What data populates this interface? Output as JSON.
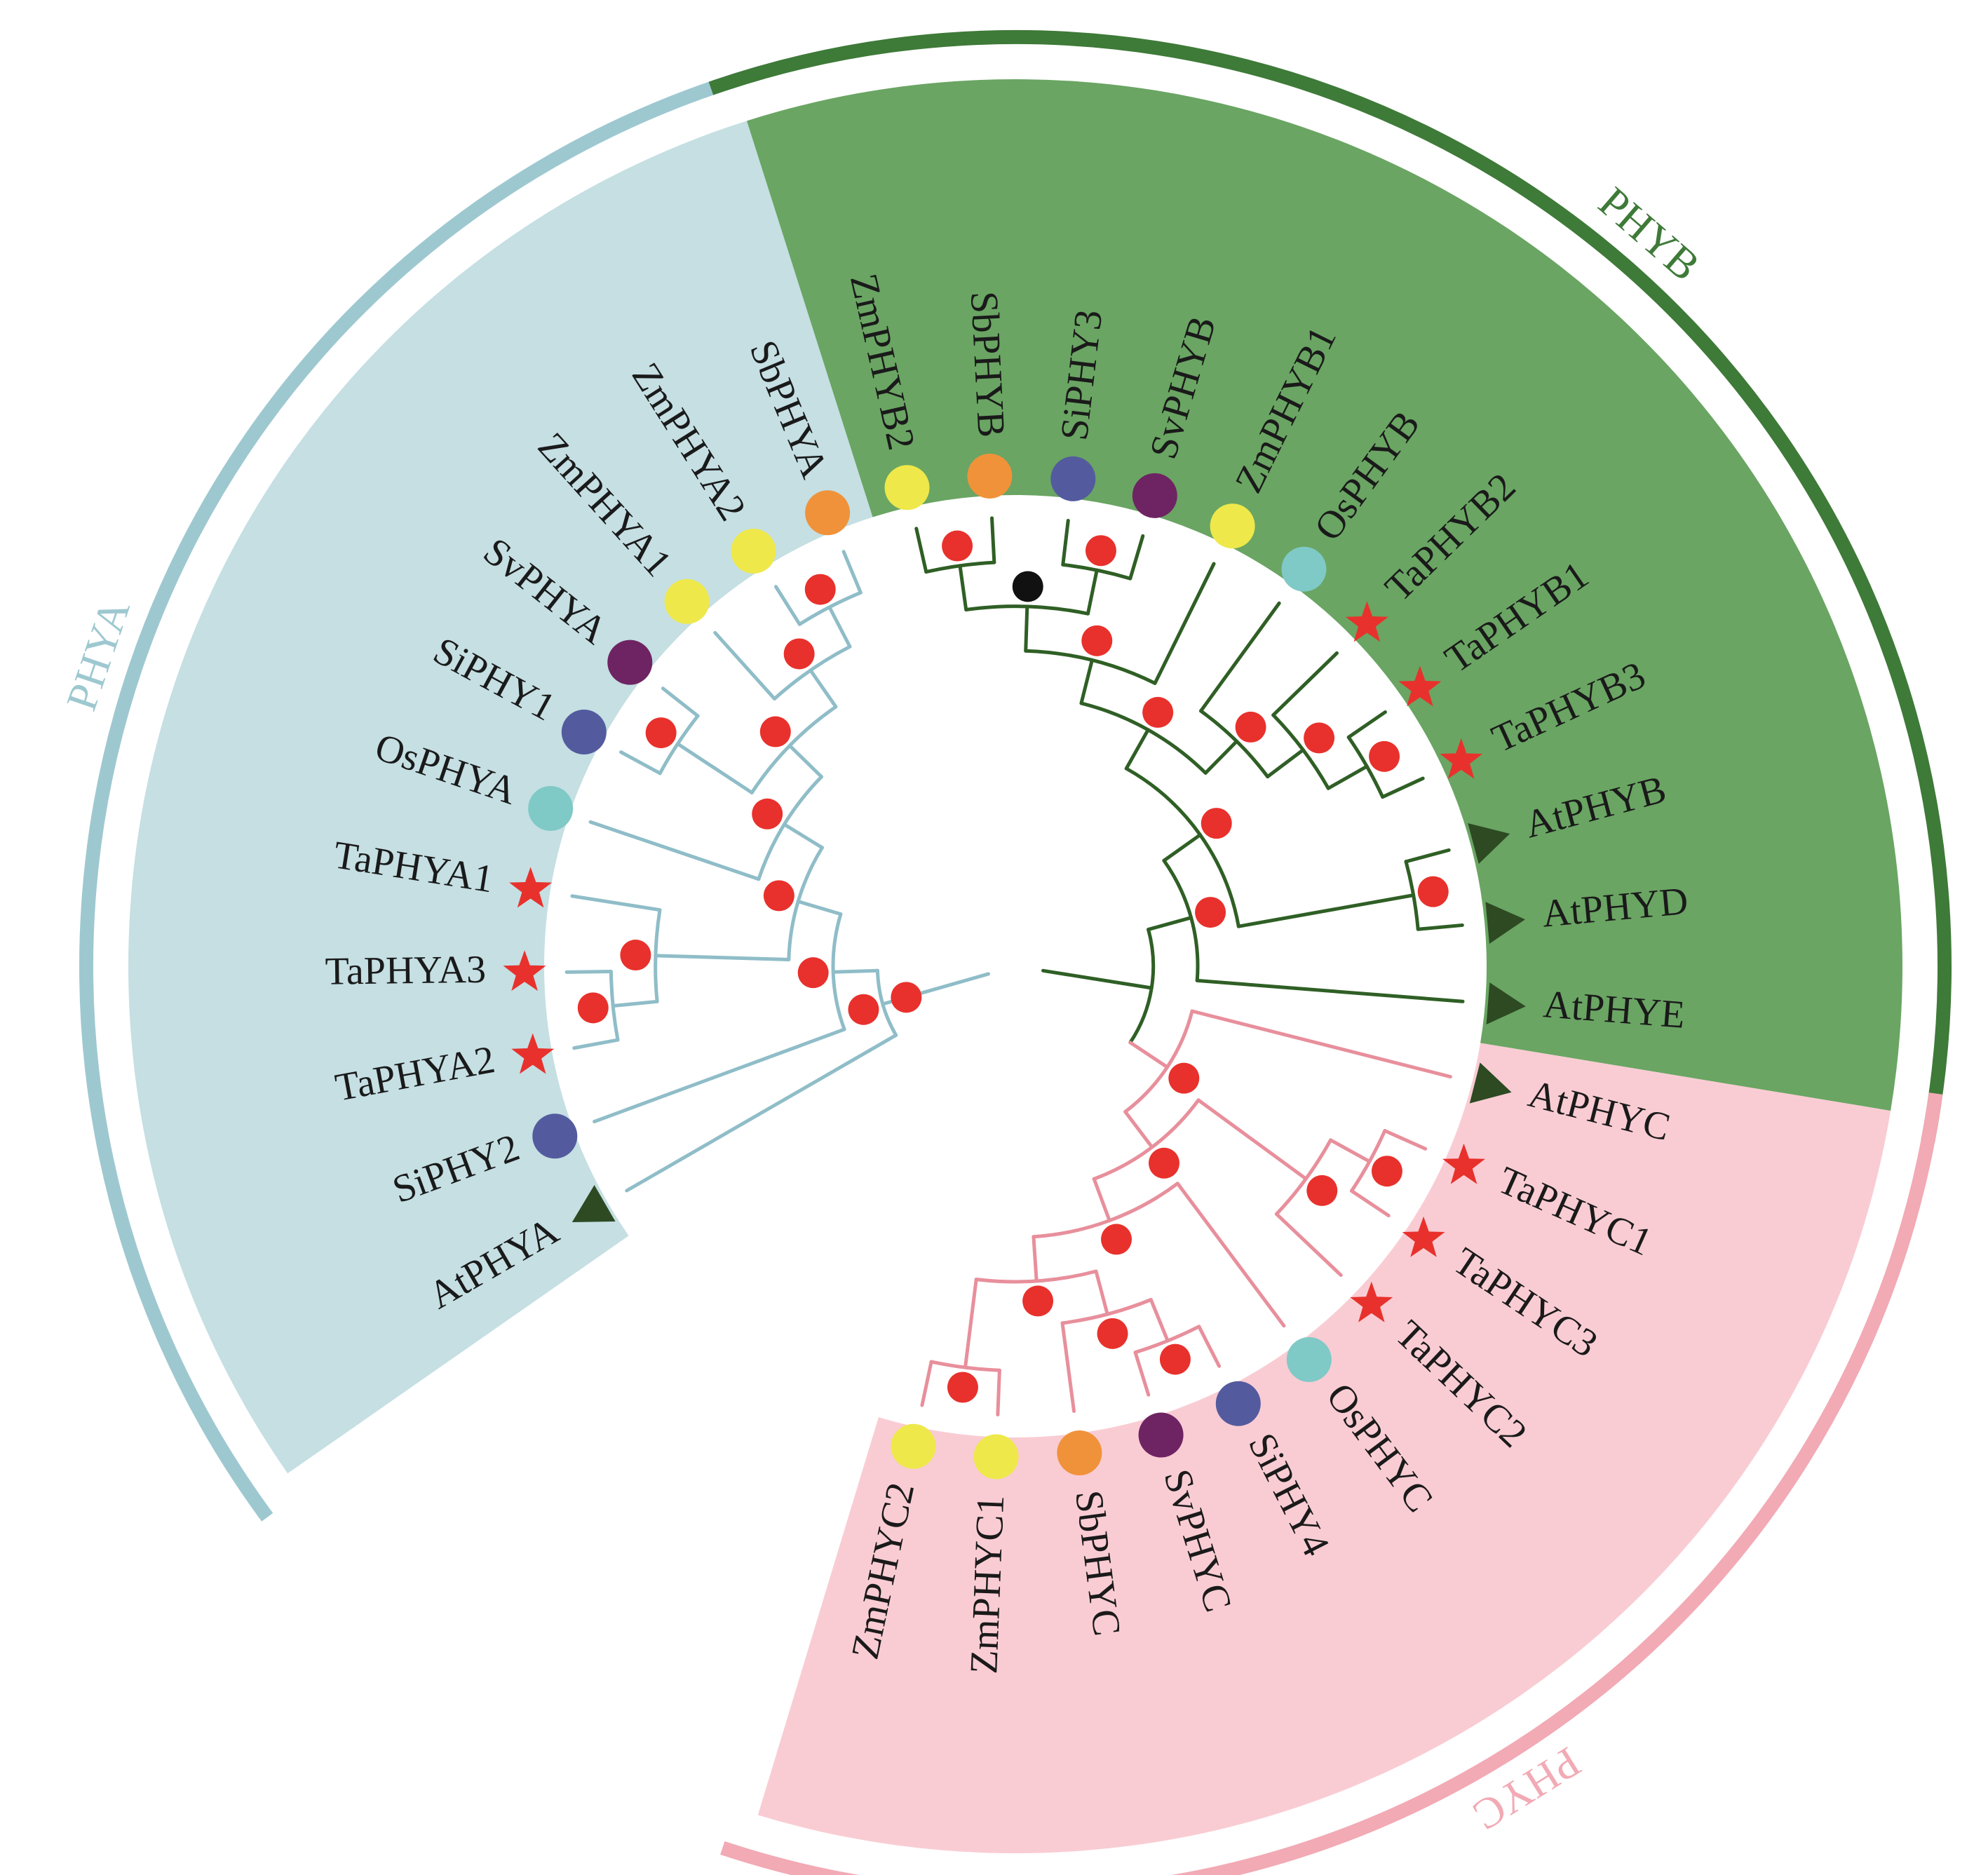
{
  "colors": {
    "phya_band": "#c5dfe3",
    "phya_arc": "#9ec8d0",
    "phya_line": "#8fbdc8",
    "phyb_band": "#6aa563",
    "phyb_arc": "#3e7a38",
    "phyb_line": "#2f5f25",
    "phyc_band": "#f9ccd3",
    "phyc_arc": "#f2aab5",
    "phyc_line": "#e88f9c",
    "node": "#e8312c",
    "node_black": "#111111",
    "star": "#e8312c",
    "triangle": "#2d4a23",
    "species_Zm": "#eee84a",
    "species_Sb": "#f0923a",
    "species_Si": "#535b9e",
    "species_Sv": "#6e2462",
    "species_Os": "#7fc9c6"
  },
  "clades": [
    {
      "key": "phya",
      "label": "PHYA",
      "label_color": "#9ec8d0"
    },
    {
      "key": "phyb",
      "label": "PHYB",
      "label_color": "#3e7a38"
    },
    {
      "key": "phyc",
      "label": "PHYC",
      "label_color": "#f2aab5"
    }
  ],
  "leaves": [
    {
      "name": "AtPHYA",
      "clade": "phya",
      "marker": "triangle"
    },
    {
      "name": "SiPHY2",
      "clade": "phya",
      "marker": "circle",
      "species": "Si"
    },
    {
      "name": "TaPHYA2",
      "clade": "phya",
      "marker": "star"
    },
    {
      "name": "TaPHYA3",
      "clade": "phya",
      "marker": "star"
    },
    {
      "name": "TaPHYA1",
      "clade": "phya",
      "marker": "star"
    },
    {
      "name": "OsPHYA",
      "clade": "phya",
      "marker": "circle",
      "species": "Os"
    },
    {
      "name": "SiPHY1",
      "clade": "phya",
      "marker": "circle",
      "species": "Si"
    },
    {
      "name": "SvPHYA",
      "clade": "phya",
      "marker": "circle",
      "species": "Sv"
    },
    {
      "name": "ZmPHYA1",
      "clade": "phya",
      "marker": "circle",
      "species": "Zm"
    },
    {
      "name": "ZmPHYA2",
      "clade": "phya",
      "marker": "circle",
      "species": "Zm"
    },
    {
      "name": "SbPHYA",
      "clade": "phya",
      "marker": "circle",
      "species": "Sb"
    },
    {
      "name": "ZmPHYB2",
      "clade": "phyb",
      "marker": "circle",
      "species": "Zm"
    },
    {
      "name": "SbPHYB",
      "clade": "phyb",
      "marker": "circle",
      "species": "Sb"
    },
    {
      "name": "SiPHY3",
      "clade": "phyb",
      "marker": "circle",
      "species": "Si"
    },
    {
      "name": "SvPHYB",
      "clade": "phyb",
      "marker": "circle",
      "species": "Sv"
    },
    {
      "name": "ZmPHYB1",
      "clade": "phyb",
      "marker": "circle",
      "species": "Zm"
    },
    {
      "name": "OsPHYB",
      "clade": "phyb",
      "marker": "circle",
      "species": "Os"
    },
    {
      "name": "TaPHYB2",
      "clade": "phyb",
      "marker": "star"
    },
    {
      "name": "TaPHYB1",
      "clade": "phyb",
      "marker": "star"
    },
    {
      "name": "TaPHYB3",
      "clade": "phyb",
      "marker": "star"
    },
    {
      "name": "AtPHYB",
      "clade": "phyb",
      "marker": "triangle"
    },
    {
      "name": "AtPHYD",
      "clade": "phyb",
      "marker": "triangle"
    },
    {
      "name": "AtPHYE",
      "clade": "phyb",
      "marker": "triangle"
    },
    {
      "name": "AtPHYC",
      "clade": "phyc",
      "marker": "triangle"
    },
    {
      "name": "TaPHYC1",
      "clade": "phyc",
      "marker": "star"
    },
    {
      "name": "TaPHYC3",
      "clade": "phyc",
      "marker": "star"
    },
    {
      "name": "TaPHYC2",
      "clade": "phyc",
      "marker": "star"
    },
    {
      "name": "OsPHYC",
      "clade": "phyc",
      "marker": "circle",
      "species": "Os"
    },
    {
      "name": "SiPHY4",
      "clade": "phyc",
      "marker": "circle",
      "species": "Si"
    },
    {
      "name": "SvPHYC",
      "clade": "phyc",
      "marker": "circle",
      "species": "Sv"
    },
    {
      "name": "SbPHYC",
      "clade": "phyc",
      "marker": "circle",
      "species": "Sb"
    },
    {
      "name": "ZmPHYC1",
      "clade": "phyc",
      "marker": "circle",
      "species": "Zm"
    },
    {
      "name": "ZmPHYC2",
      "clade": "phyc",
      "marker": "circle",
      "species": "Zm"
    }
  ],
  "tree": {
    "children": [
      {
        "node": "red",
        "children": [
          {
            "node": "red",
            "children": [
              {
                "leaf": "AtPHYA"
              },
              {
                "node": "red",
                "children": [
                  {
                    "leaf": "SiPHY2"
                  },
                  {
                    "node": "red",
                    "children": [
                      {
                        "node": "red",
                        "children": [
                          {
                            "node": "red",
                            "children": [
                              {
                                "leaf": "TaPHYA2"
                              },
                              {
                                "leaf": "TaPHYA3"
                              }
                            ]
                          },
                          {
                            "leaf": "TaPHYA1"
                          }
                        ]
                      },
                      {
                        "node": "red",
                        "children": [
                          {
                            "leaf": "OsPHYA"
                          },
                          {
                            "node": "red",
                            "children": [
                              {
                                "node": "red",
                                "children": [
                                  {
                                    "leaf": "SiPHY1"
                                  },
                                  {
                                    "leaf": "SvPHYA"
                                  }
                                ]
                              },
                              {
                                "node": "red",
                                "children": [
                                  {
                                    "leaf": "ZmPHYA1"
                                  },
                                  {
                                    "node": "red",
                                    "children": [
                                      {
                                        "leaf": "ZmPHYA2"
                                      },
                                      {
                                        "leaf": "SbPHYA"
                                      }
                                    ]
                                  }
                                ]
                              }
                            ]
                          }
                        ]
                      }
                    ]
                  }
                ]
              }
            ]
          }
        ]
      },
      {
        "node": "none",
        "children": [
          {
            "node": "red",
            "children": [
              {
                "node": "red",
                "children": [
                  {
                    "node": "red",
                    "children": [
                      {
                        "node": "red",
                        "children": [
                          {
                            "node": "black",
                            "children": [
                              {
                                "node": "red",
                                "children": [
                                  {
                                    "leaf": "ZmPHYB2"
                                  },
                                  {
                                    "leaf": "SbPHYB"
                                  }
                                ]
                              },
                              {
                                "node": "red",
                                "children": [
                                  {
                                    "leaf": "SiPHY3"
                                  },
                                  {
                                    "leaf": "SvPHYB"
                                  }
                                ]
                              }
                            ]
                          },
                          {
                            "leaf": "ZmPHYB1"
                          }
                        ]
                      },
                      {
                        "node": "red",
                        "children": [
                          {
                            "leaf": "OsPHYB"
                          },
                          {
                            "node": "red",
                            "children": [
                              {
                                "leaf": "TaPHYB2"
                              },
                              {
                                "node": "red",
                                "children": [
                                  {
                                    "leaf": "TaPHYB1"
                                  },
                                  {
                                    "leaf": "TaPHYB3"
                                  }
                                ]
                              }
                            ]
                          }
                        ]
                      }
                    ]
                  },
                  {
                    "node": "red",
                    "children": [
                      {
                        "leaf": "AtPHYB"
                      },
                      {
                        "leaf": "AtPHYD"
                      }
                    ]
                  }
                ]
              },
              {
                "leaf": "AtPHYE"
              }
            ]
          },
          {
            "node": "red",
            "children": [
              {
                "leaf": "AtPHYC"
              },
              {
                "node": "red",
                "children": [
                  {
                    "node": "red",
                    "children": [
                      {
                        "node": "red",
                        "children": [
                          {
                            "leaf": "TaPHYC1"
                          },
                          {
                            "leaf": "TaPHYC3"
                          }
                        ]
                      },
                      {
                        "leaf": "TaPHYC2"
                      }
                    ]
                  },
                  {
                    "node": "red",
                    "children": [
                      {
                        "leaf": "OsPHYC"
                      },
                      {
                        "node": "red",
                        "children": [
                          {
                            "node": "red",
                            "children": [
                              {
                                "node": "red",
                                "children": [
                                  {
                                    "leaf": "SiPHY4"
                                  },
                                  {
                                    "leaf": "SvPHYC"
                                  }
                                ]
                              },
                              {
                                "leaf": "SbPHYC"
                              }
                            ]
                          },
                          {
                            "node": "red",
                            "children": [
                              {
                                "leaf": "ZmPHYC1"
                              },
                              {
                                "leaf": "ZmPHYC2"
                              }
                            ]
                          }
                        ]
                      }
                    ]
                  }
                ]
              }
            ]
          }
        ]
      }
    ]
  }
}
